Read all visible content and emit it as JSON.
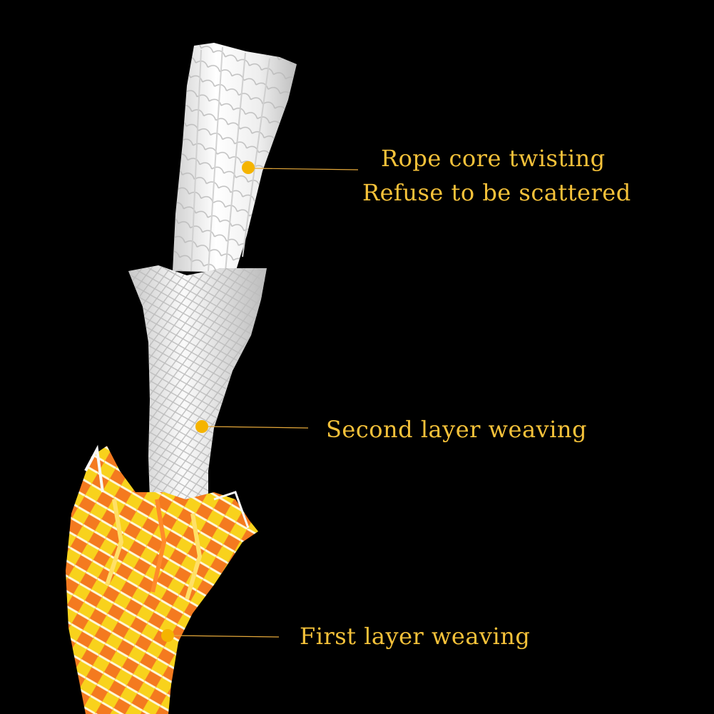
{
  "colors": {
    "background": "#000000",
    "label_text": "#F6C23A",
    "leader_line": "#E5A83A",
    "marker_dot": "#F5B400",
    "core_white": "#F2F2F2",
    "sheath_yellow": "#F8D21C",
    "sheath_orange": "#F47A1F"
  },
  "callouts": {
    "core": {
      "line1": "Rope core twisting",
      "line2": "Refuse to be scattered"
    },
    "second_layer": {
      "label": "Second layer weaving"
    },
    "first_layer": {
      "label": "First layer weaving"
    }
  }
}
